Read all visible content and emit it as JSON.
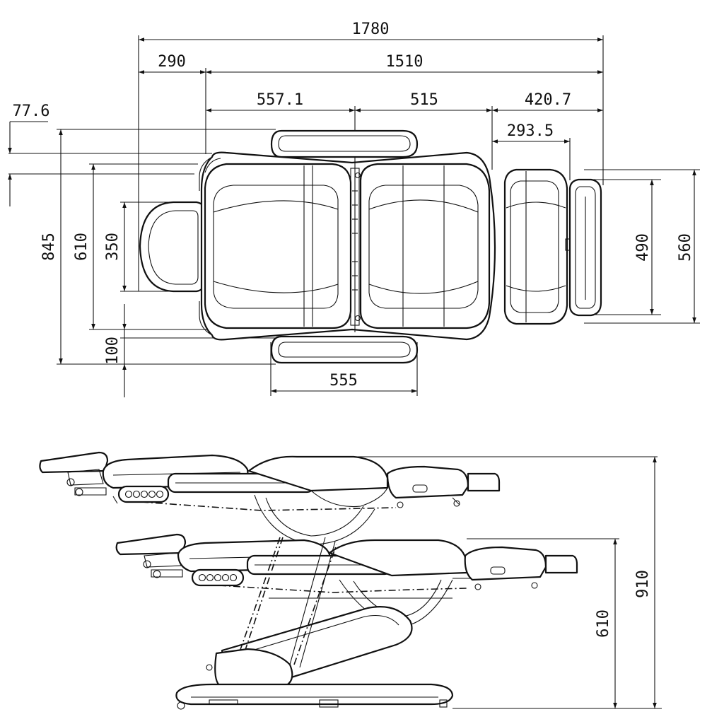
{
  "top_view": {
    "dimensions": {
      "overall_length": "1780",
      "head_section": "290",
      "body_length": "1510",
      "back_section": "557.1",
      "seat_section": "515",
      "leg_section": "420.7",
      "leg_pad": "293.5",
      "offset": "77.6",
      "overall_width": "845",
      "seat_width": "610",
      "headrest_width": "350",
      "armrest_offset": "100",
      "armrest_length": "555",
      "leg_width": "490",
      "foot_width": "560"
    }
  },
  "side_view": {
    "dimensions": {
      "max_height": "910",
      "min_height": "610"
    }
  }
}
